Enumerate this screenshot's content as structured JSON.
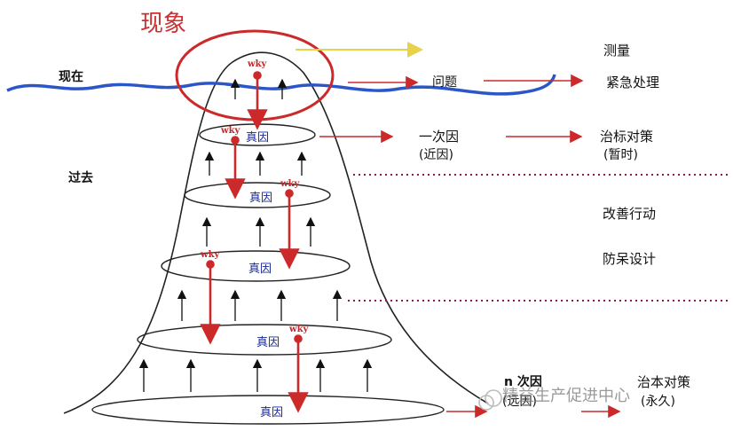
{
  "title": "现象",
  "labels": {
    "present": "现在",
    "past": "过去",
    "measure": "测量",
    "problem": "问题",
    "emergency": "紧急处理",
    "primary_cause": "一次因",
    "near_cause": "(近因)",
    "temporary_fix": "治标对策",
    "temporary": "(暂时)",
    "improvement": "改善行动",
    "mistake_proofing": "防呆设计",
    "nth_cause": "n 次因",
    "far_cause": "(远因)",
    "root_fix": "治本对策",
    "permanent": "(永久)"
  },
  "why_label": "wky",
  "cause_label": "真因",
  "watermark": "精益生产促进中心",
  "colors": {
    "accent_red": "#cc2a2a",
    "water_blue": "#2a56c8",
    "cause_text": "#1a2a9a",
    "yellow_arrow": "#e8d24a",
    "dotted": "#8a1a5a"
  }
}
